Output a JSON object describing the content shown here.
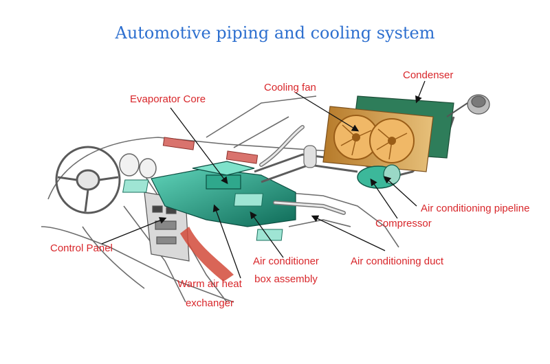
{
  "title": "Automotive piping and cooling system",
  "labels": {
    "evaporator_core": "Evaporator Core",
    "cooling_fan": "Cooling fan",
    "condenser": "Condenser",
    "ac_pipeline": "Air conditioning pipeline",
    "compressor": "Compressor",
    "control_panel": "Control Panel",
    "box_assembly_l1": "Air conditioner",
    "box_assembly_l2": "box assembly",
    "ac_duct": "Air conditioning duct",
    "heat_exchanger_l1": "Warm air heat",
    "heat_exchanger_l2": "exchanger"
  },
  "colors": {
    "title": "#2d6fcf",
    "label": "#d8262a",
    "hvac_teal": "#1f9a83",
    "fan_orange": "#d98b2e",
    "condenser_green": "#2e7d5a",
    "warm_red": "#d24a3a",
    "outline": "#555555"
  }
}
